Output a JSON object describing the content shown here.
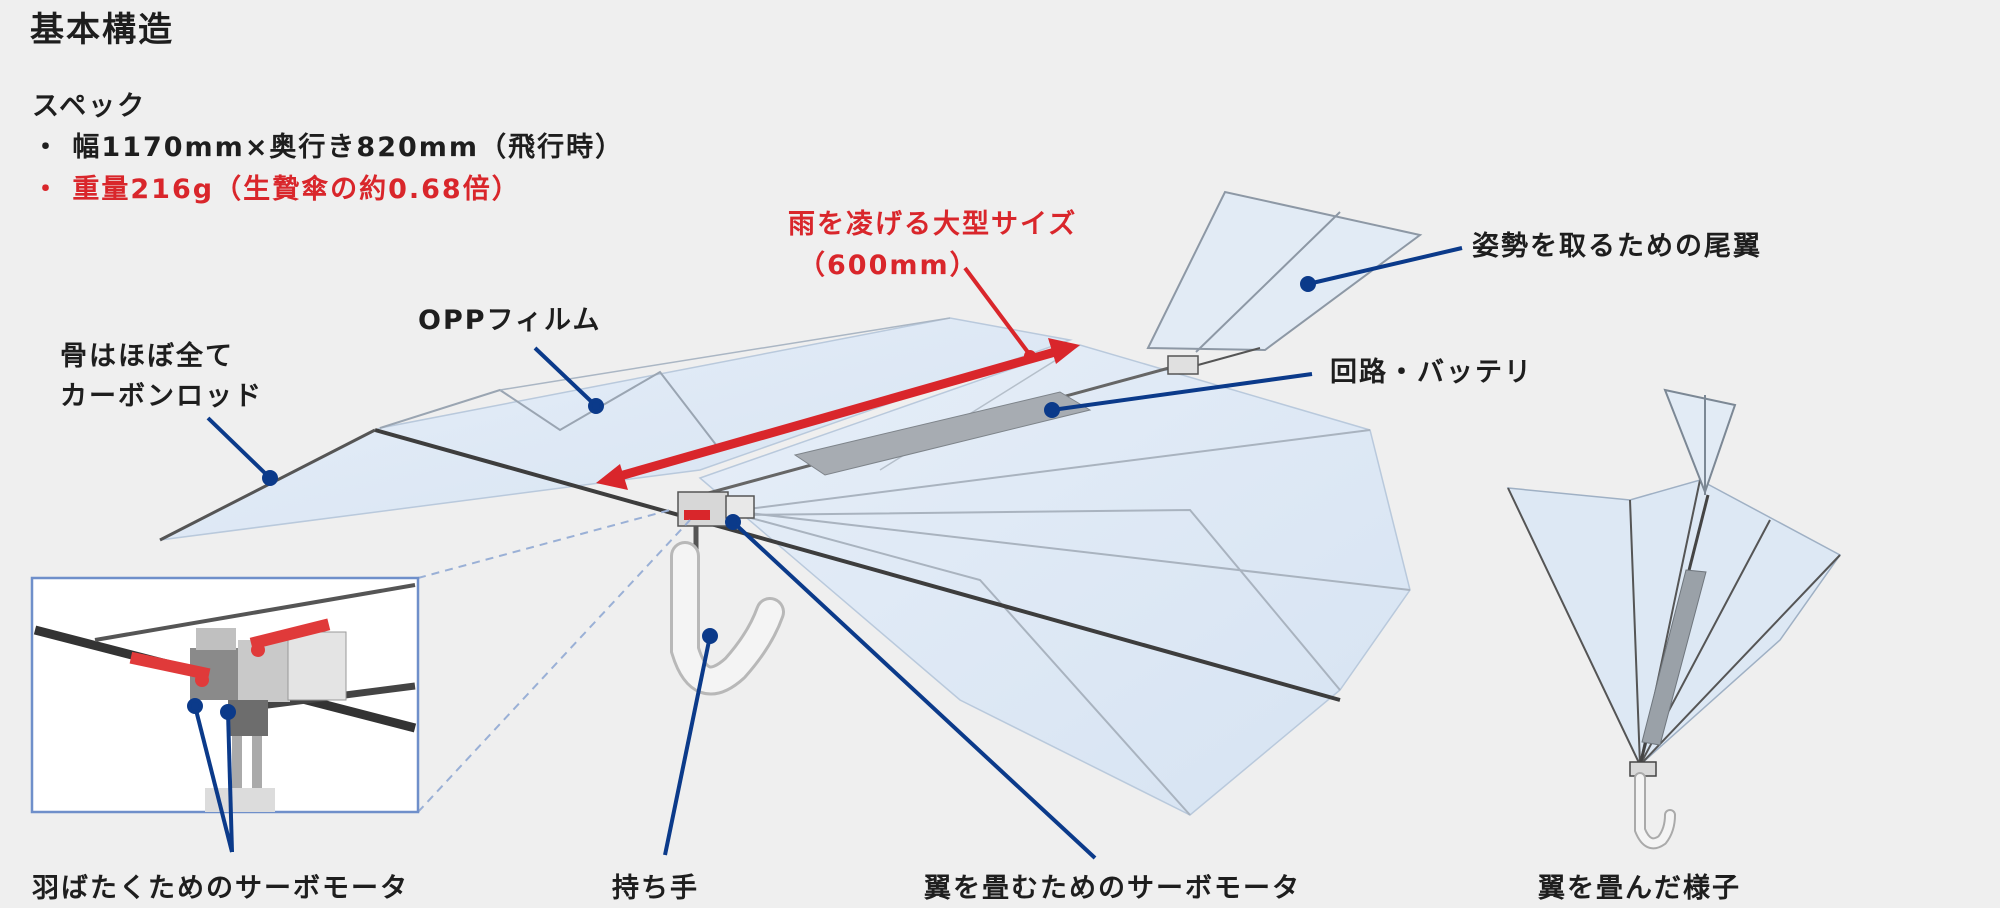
{
  "title": "基本構造",
  "spec": {
    "heading": "スペック",
    "items": [
      "・ 幅1170mm×奥行き820mm（飛行時）",
      "・ 重量216g（生贄傘の約0.68倍）"
    ]
  },
  "labels": {
    "size_line1": "雨を凌げる大型サイズ",
    "size_line2": "（600mm）",
    "tail": "姿勢を取るための尾翼",
    "opp": "OPPフィルム",
    "bones_line1": "骨はほぼ全て",
    "bones_line2": "カーボンロッド",
    "circuit": "回路・バッテリ",
    "flap_servo": "羽ばたくためのサーボモータ",
    "handle": "持ち手",
    "fold_servo": "翼を畳むためのサーボモータ",
    "folded": "翼を畳んだ様子"
  },
  "colors": {
    "accent_red": "#d9262b",
    "leader_blue": "#0b3a8a",
    "film": "#dbe7f4",
    "background": "#efefef"
  }
}
